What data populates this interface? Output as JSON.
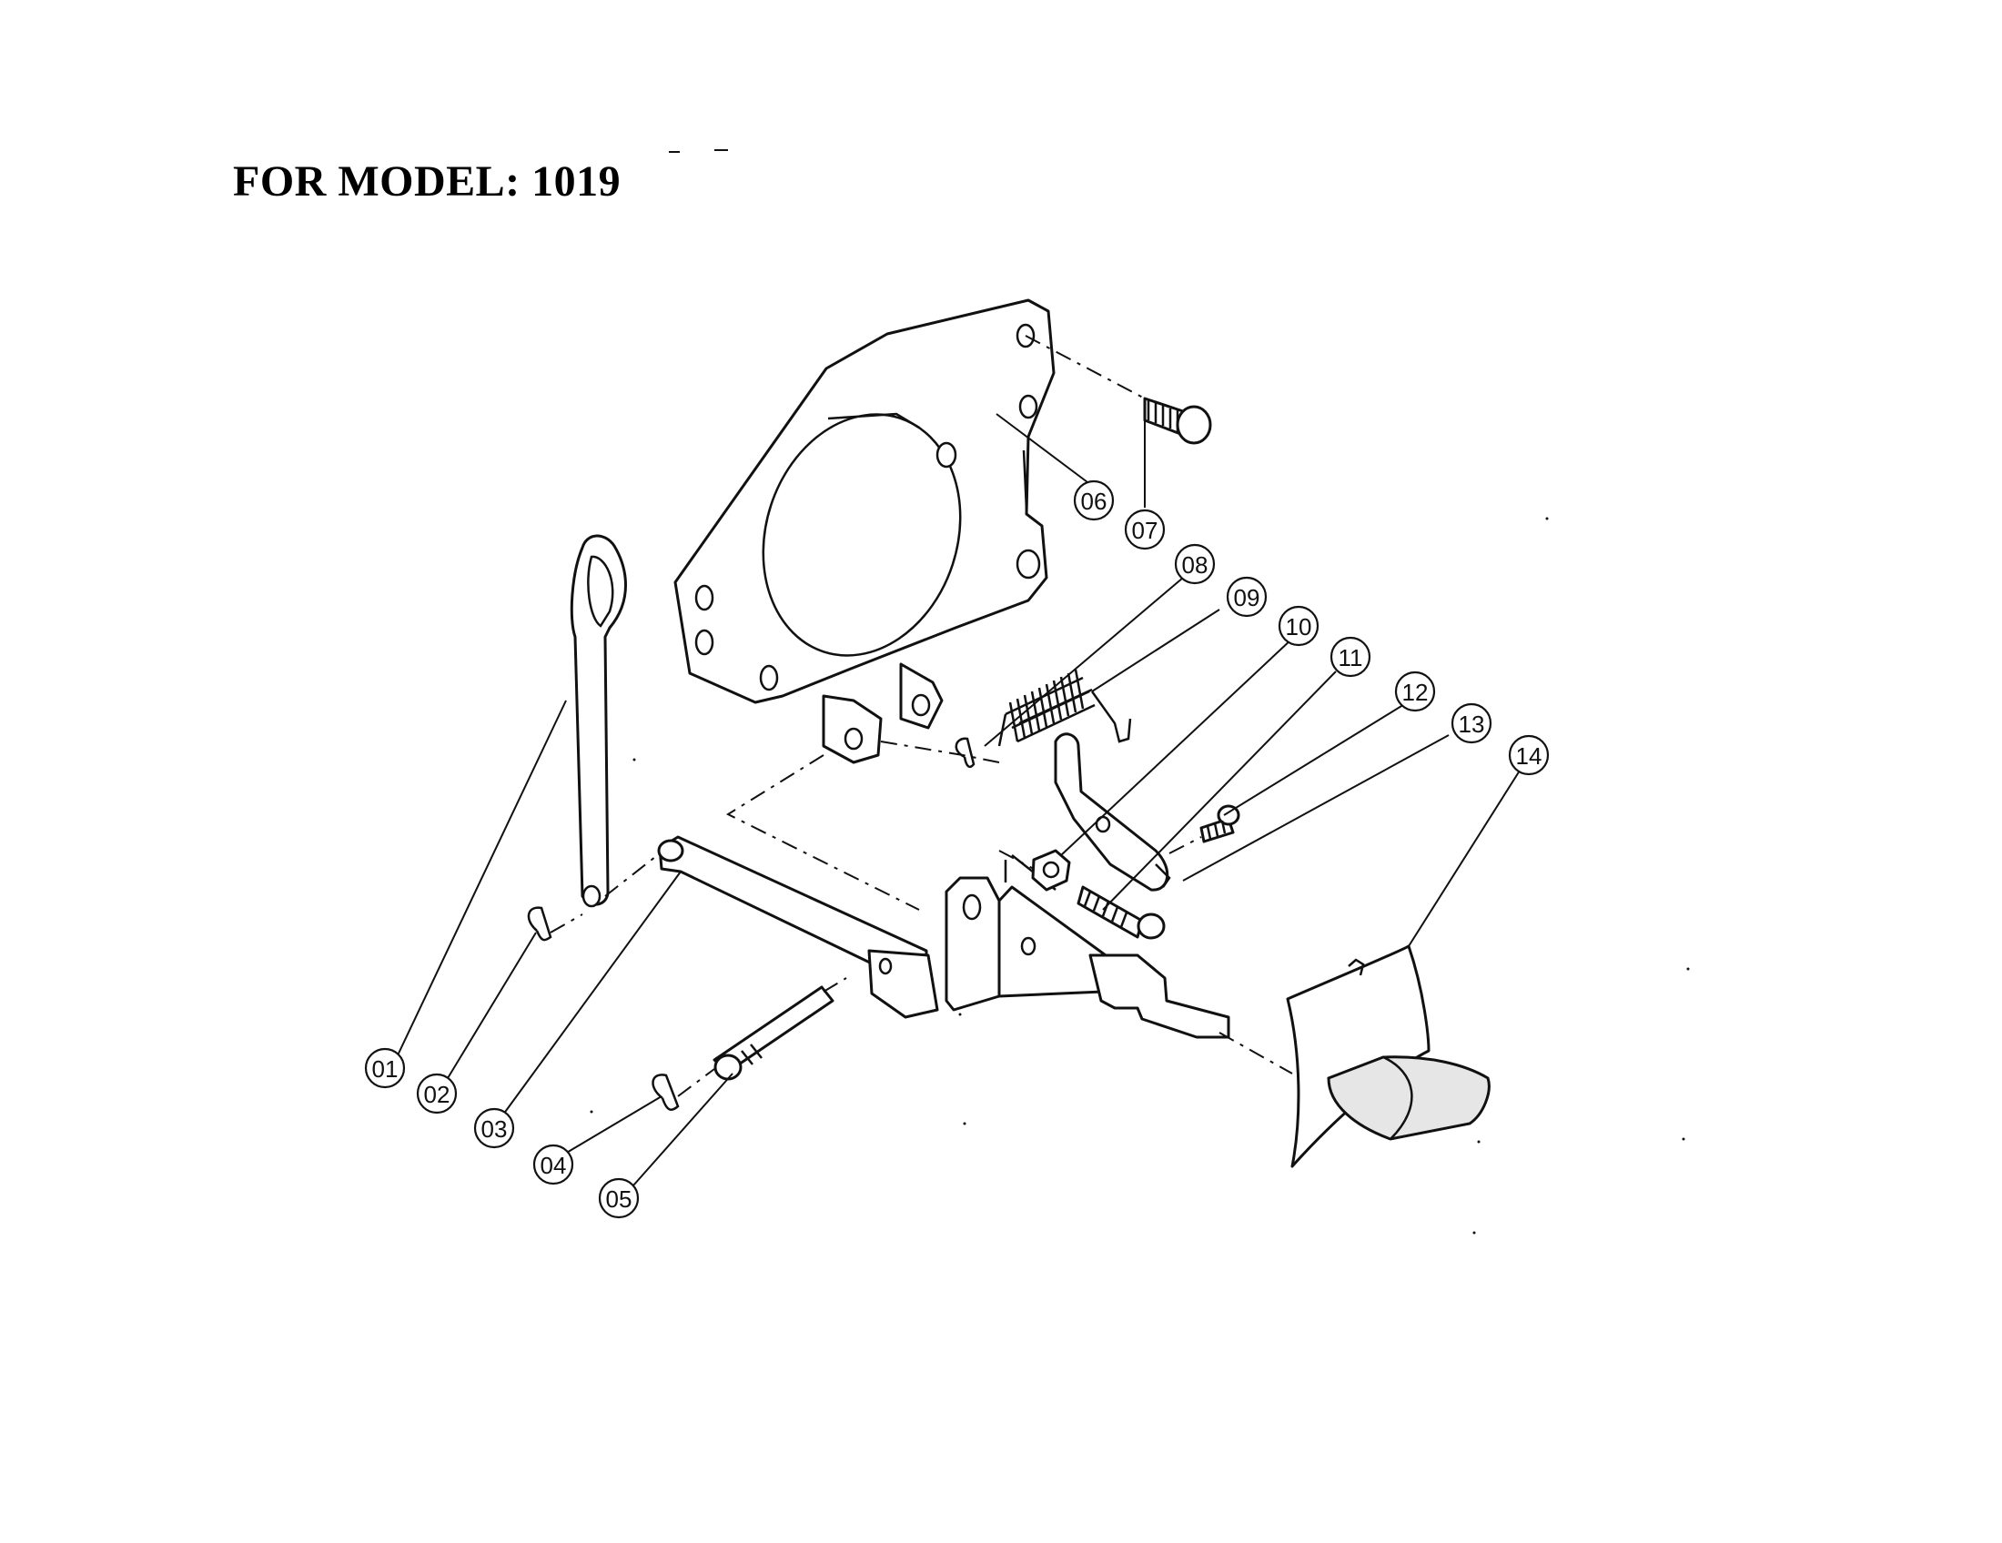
{
  "title": "FOR MODEL: 1019",
  "callouts": [
    "01",
    "02",
    "03",
    "04",
    "05",
    "06",
    "07",
    "08",
    "09",
    "10",
    "11",
    "12",
    "13",
    "14"
  ]
}
